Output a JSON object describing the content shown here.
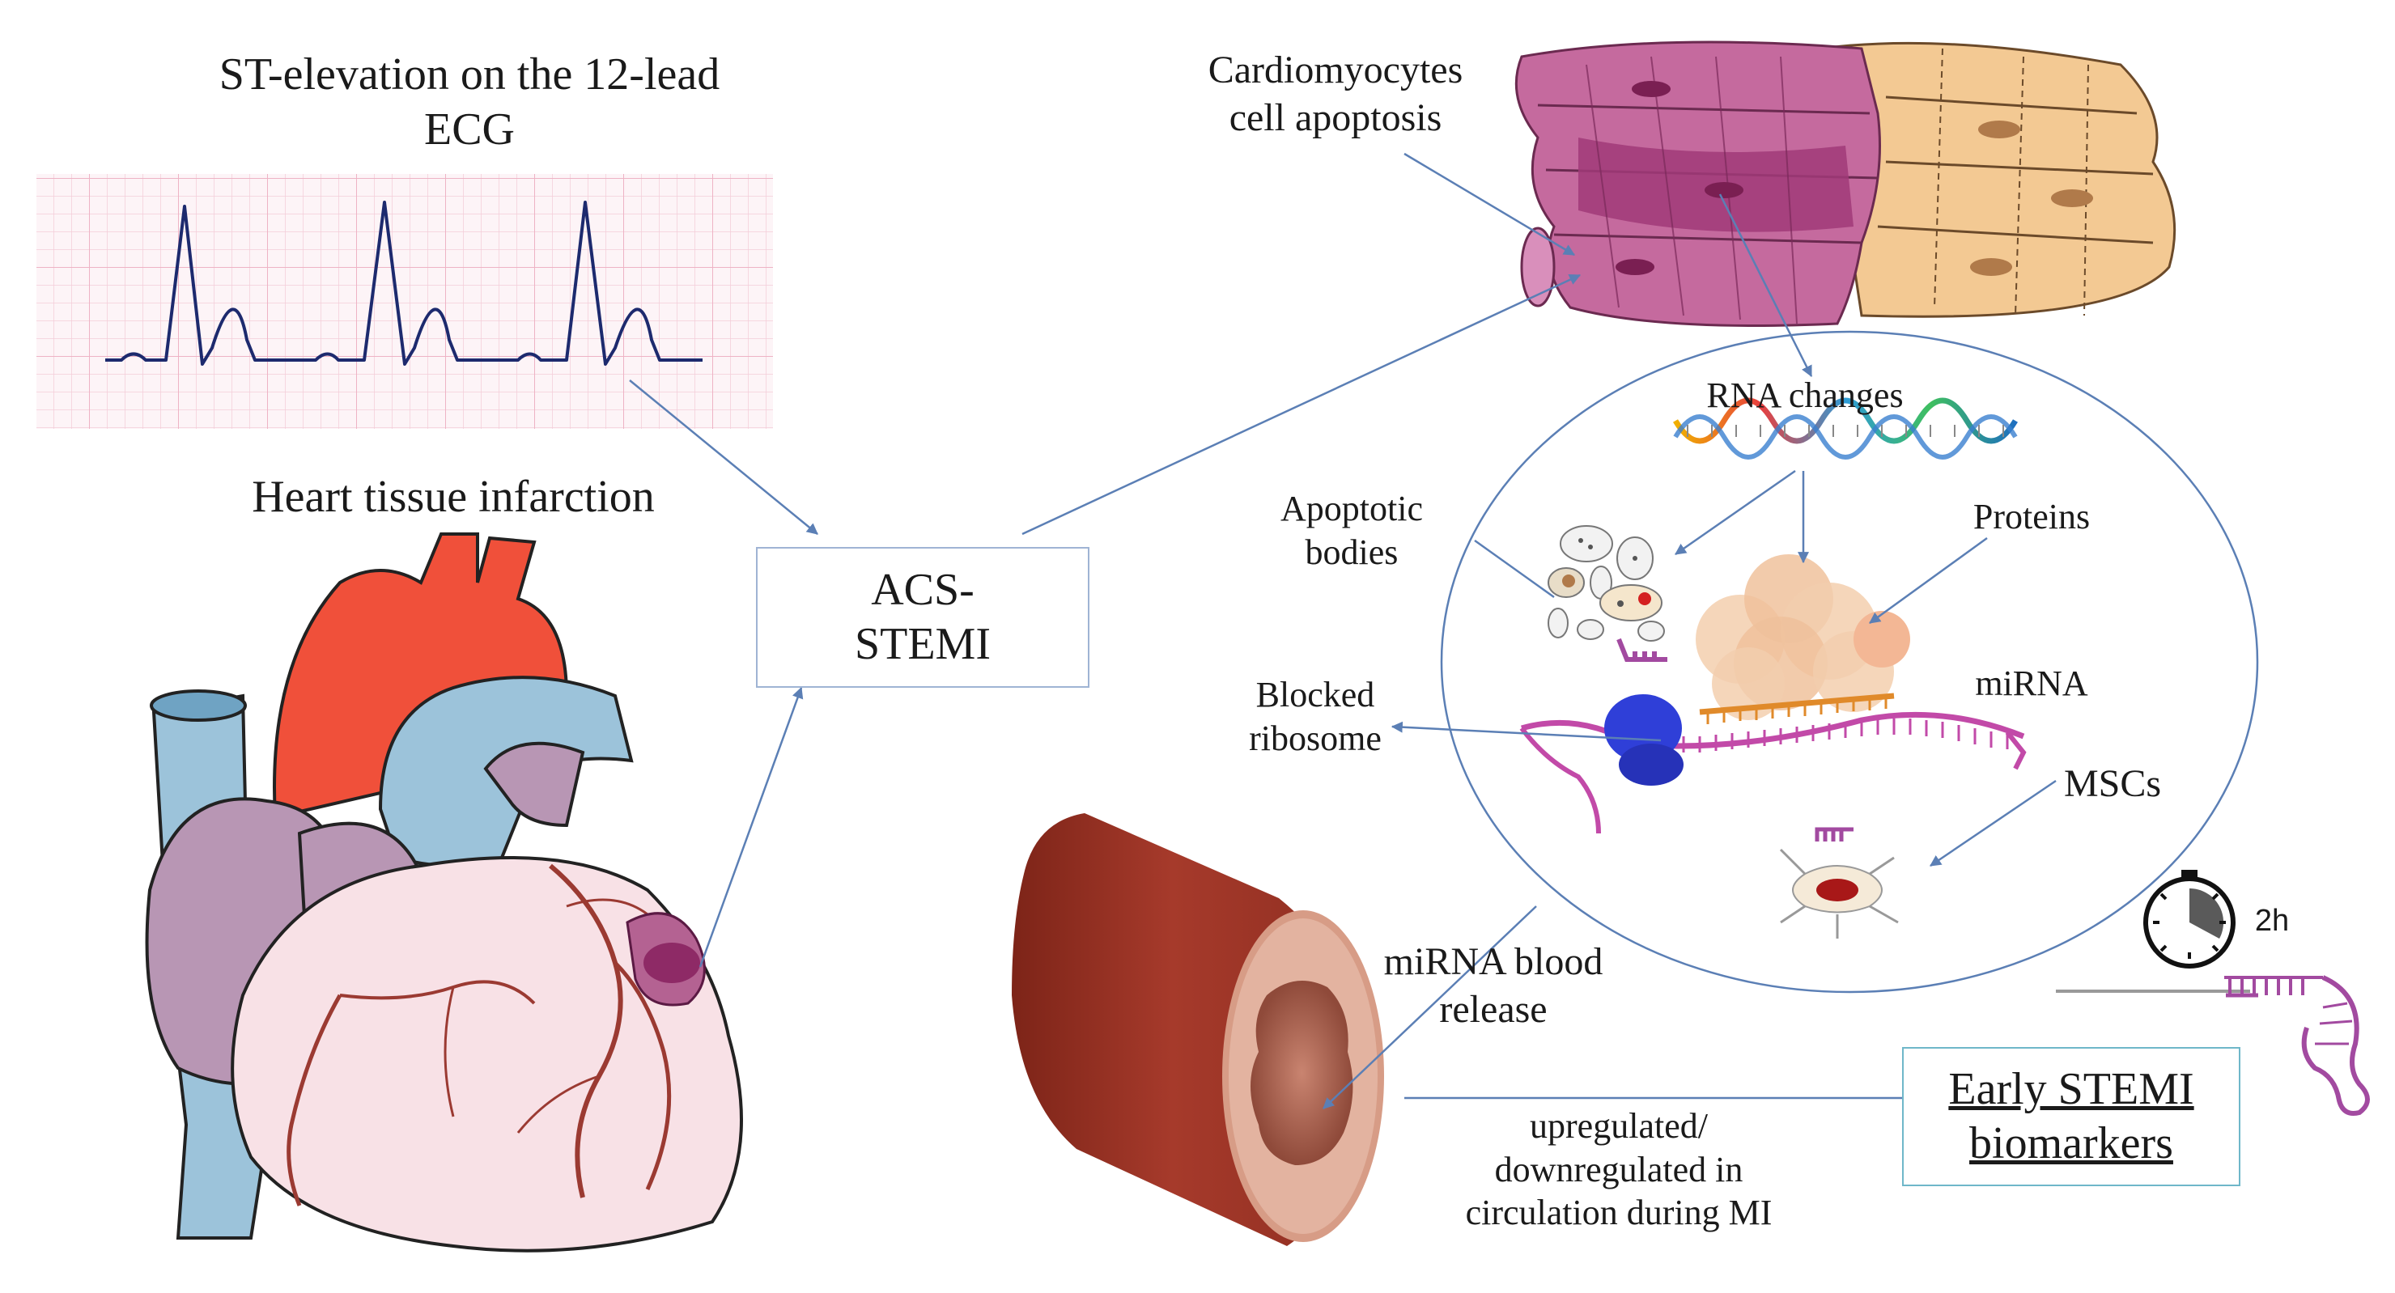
{
  "labels": {
    "ecg_title": [
      "ST-elevation on the 12-lead",
      "ECG"
    ],
    "heart_title": "Heart tissue infarction",
    "cardiomyocytes": [
      "Cardiomyocytes",
      "cell apoptosis"
    ],
    "rna_changes": "RNA changes",
    "apoptotic_bodies": [
      "Apoptotic",
      "bodies"
    ],
    "proteins": "Proteins",
    "mirna": "miRNA",
    "blocked_ribosome": [
      "Blocked",
      "ribosome"
    ],
    "mscs": "MSCs",
    "blood_release": [
      "miRNA blood",
      "release"
    ],
    "regulation": [
      "upregulated/",
      "downregulated in",
      "circulation during MI"
    ],
    "timer": "2h"
  },
  "boxes": {
    "acs_stemi": [
      "ACS-",
      "STEMI"
    ],
    "biomarkers": [
      "Early STEMI",
      "biomarkers"
    ]
  },
  "colors": {
    "arrow": "#5b7fb5",
    "ecg_trace": "#1d2a6e",
    "ecg_grid": "#f2c9d6",
    "aorta": "#f0503a",
    "vessel_blue": "#9cc3da",
    "atrium_purple": "#b896b4",
    "ventricle_pink": "#f8e1e6",
    "coronary": "#9b3a32",
    "infarct": "#8e2a66",
    "muscle_magenta": "#b0457e",
    "muscle_tan": "#f3c993",
    "ribosome_blue": "#2f3fd8",
    "protein_peach": "#f2b98a",
    "vessel_wall": "#9c3428"
  },
  "icons": [
    "ecg-trace",
    "heart-illustration",
    "cardiomyocyte-fibers",
    "dna-helix",
    "apoptotic-bodies",
    "protein-cluster",
    "ribosome",
    "mirna-strand",
    "msc-cell",
    "blood-vessel",
    "stopwatch-icon",
    "mirna-hairpin"
  ]
}
